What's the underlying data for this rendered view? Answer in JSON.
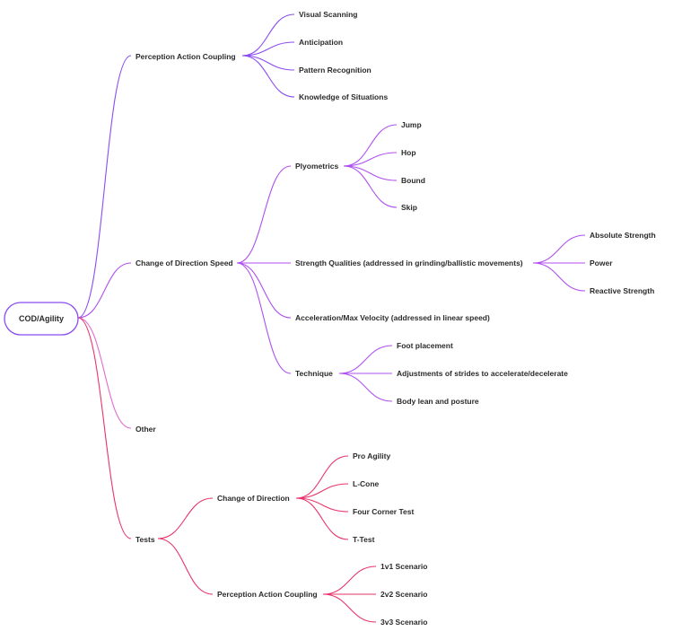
{
  "mindmap": {
    "root": "COD/Agility",
    "nodes": {
      "pac": "Perception Action Coupling",
      "visual_scanning": "Visual Scanning",
      "anticipation": "Anticipation",
      "pattern_recognition": "Pattern Recognition",
      "knowledge_of_situations": "Knowledge of Situations",
      "cods": "Change of Direction Speed",
      "plyometrics": "Plyometrics",
      "jump": "Jump",
      "hop": "Hop",
      "bound": "Bound",
      "skip": "Skip",
      "strength_qualities": "Strength Qualities (addressed in grinding/ballistic movements)",
      "absolute_strength": "Absolute Strength",
      "power": "Power",
      "reactive_strength": "Reactive Strength",
      "acceleration": "Acceleration/Max Velocity (addressed in linear speed)",
      "technique": "Technique",
      "foot_placement": "Foot placement",
      "adjustments": "Adjustments of strides to accelerate/decelerate",
      "body_lean": "Body lean and posture",
      "other": "Other",
      "tests": "Tests",
      "tests_cod": "Change of Direction",
      "pro_agility": "Pro Agility",
      "l_cone": "L-Cone",
      "four_corner": "Four Corner Test",
      "t_test": "T-Test",
      "tests_pac": "Perception Action Coupling",
      "s1v1": "1v1 Scenario",
      "s2v2": "2v2 Scenario",
      "s3v3": "3v3 Scenario"
    }
  },
  "colors": {
    "pac_branch": "#8a4cf0",
    "cods_branch": "#b04ff0",
    "other_branch": "#e06bd0",
    "tests_branch": "#e8336a",
    "root_border": "#8a4cf0"
  }
}
